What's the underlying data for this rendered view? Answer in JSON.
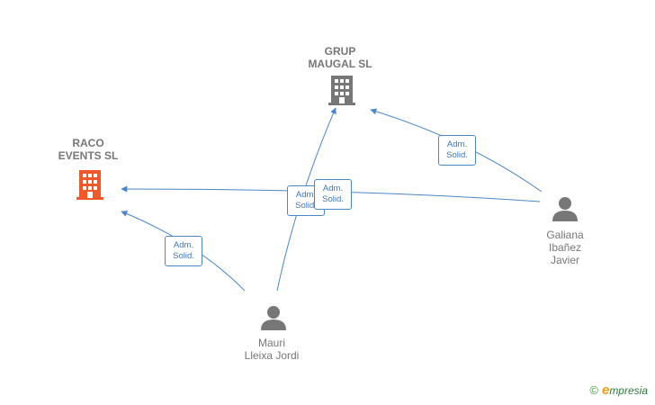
{
  "nodes": {
    "grup_maugal": {
      "name_line1": "GRUP",
      "name_line2": "MAUGAL SL",
      "kind": "company",
      "color": "#777777"
    },
    "raco_events": {
      "name_line1": "RACO",
      "name_line2": "EVENTS SL",
      "kind": "company",
      "color": "#f0582a"
    },
    "galiana": {
      "name_line1": "Galiana",
      "name_line2": "Ibañez",
      "name_line3": "Javier",
      "kind": "person",
      "color": "#777777"
    },
    "mauri": {
      "name_line1": "Mauri",
      "name_line2": "Lleixa Jordi",
      "kind": "person",
      "color": "#777777"
    }
  },
  "relations": [
    {
      "from": "galiana",
      "to": "grup_maugal",
      "line1": "Adm.",
      "line2": "Solid."
    },
    {
      "from": "galiana",
      "to": "raco_events",
      "line1": "Adm.",
      "line2": "Solid."
    },
    {
      "from": "mauri",
      "to": "raco_events",
      "line1": "Adm.",
      "line2": "Solid."
    },
    {
      "from": "mauri",
      "to": "grup_maugal",
      "line1": "Adm.",
      "line2": "Solid."
    }
  ],
  "colors": {
    "edge": "#4a86c8",
    "label_box_border": "#4a86c8"
  },
  "credit": {
    "copyright": "©",
    "brand_first": "e",
    "brand_rest": "mpresia"
  }
}
